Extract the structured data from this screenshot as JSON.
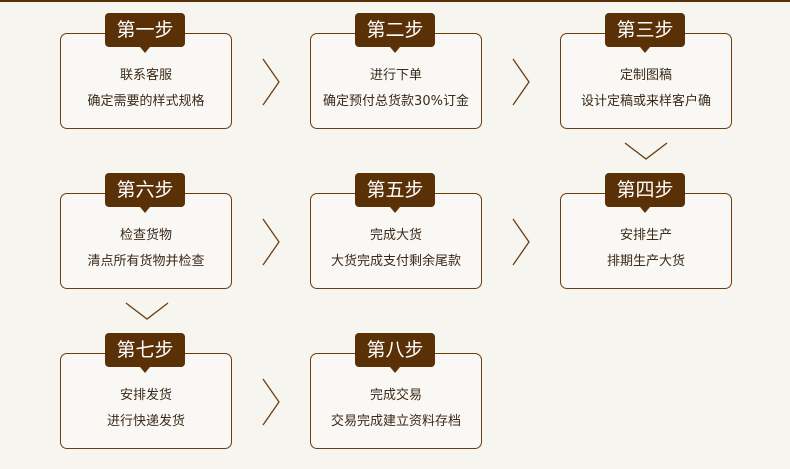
{
  "steps": [
    {
      "badge": "第一步",
      "line1": "联系客服",
      "line2": "确定需要的样式规格"
    },
    {
      "badge": "第二步",
      "line1": "进行下单",
      "line2": "确定预付总货款30%订金"
    },
    {
      "badge": "第三步",
      "line1": "定制图稿",
      "line2": "设计定稿或来样客户确"
    },
    {
      "badge": "第四步",
      "line1": "安排生产",
      "line2": "排期生产大货"
    },
    {
      "badge": "第五步",
      "line1": "完成大货",
      "line2": "大货完成支付剩余尾款"
    },
    {
      "badge": "第六步",
      "line1": "检查货物",
      "line2": "清点所有货物并检查"
    },
    {
      "badge": "第七步",
      "line1": "安排发货",
      "line2": "进行快递发货"
    },
    {
      "badge": "第八步",
      "line1": "完成交易",
      "line2": "交易完成建立资料存档"
    }
  ],
  "colors": {
    "accent": "#5a3007",
    "background": "#f7f5f0"
  }
}
